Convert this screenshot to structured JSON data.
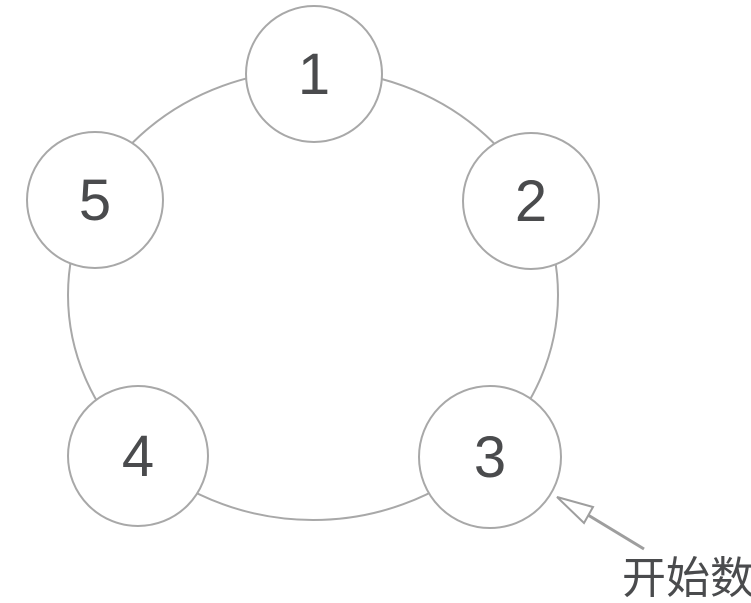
{
  "diagram": {
    "nodes": [
      {
        "label": "1"
      },
      {
        "label": "2"
      },
      {
        "label": "3"
      },
      {
        "label": "4"
      },
      {
        "label": "5"
      }
    ],
    "annotation": {
      "label": "开始数",
      "target_node": "3"
    },
    "colors": {
      "background": "#ffffff",
      "ring_stroke": "#a8a8a8",
      "node_stroke": "#a8a8a8",
      "node_fill": "#ffffff",
      "number_text": "#4a4b4d",
      "annotation_text": "#4a4b4d",
      "arrow": "#9e9e9e"
    }
  }
}
